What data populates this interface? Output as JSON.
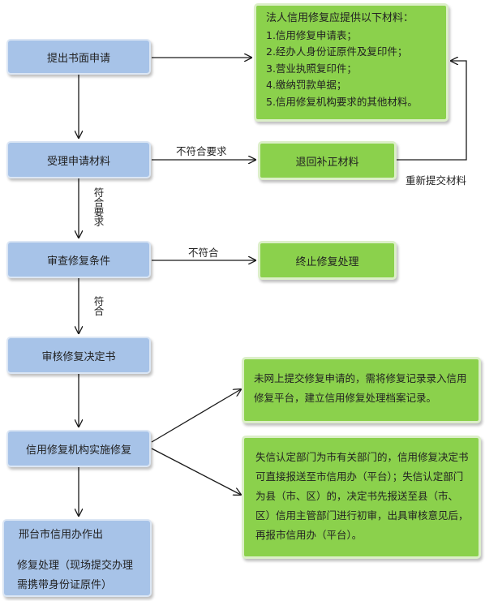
{
  "steps": {
    "submit": "提出书面申请",
    "accept": "受理申请材料",
    "review": "审查修复条件",
    "decide": "审核修复决定书",
    "implement": "信用修复机构实施修复",
    "final_line1": "邢台市信用办作出",
    "final_line2": "修复处理（现场提交办理",
    "final_line3": "需携带身份证原件）"
  },
  "materials": {
    "title": "法人信用修复应提供以下材料：",
    "items": [
      "1.信用修复申请表；",
      "2.经办人身份证原件及复印件；",
      "3.营业执照复印件；",
      "4.缴纳罚款单据；",
      "5.信用修复机构要求的其他材料。"
    ]
  },
  "return_box": "退回补正材料",
  "terminate_box": "终止修复处理",
  "note_online": "未网上提交修复申请的，需将修复记录录入信用修复平台，建立信用修复处理档案记录。",
  "note_dept": "失信认定部门为市有关部门的，信用修复决定书可直接报送至市信用办（平台）；失信认定部门为县（市、区）的，决定书先报送至县（市、区）信用主管部门进行初审，出具审核意见后，再报市信用办（平台）。",
  "labels": {
    "not_meet_req": "不符合要求",
    "resubmit": "重新提交材料",
    "meets_req": "符合要求",
    "not_meet": "不符合",
    "meets": "符合"
  },
  "colors": {
    "blue_box": "#a7c3e8",
    "green_box": "#8bd14c",
    "line": "#1a1a1a"
  }
}
